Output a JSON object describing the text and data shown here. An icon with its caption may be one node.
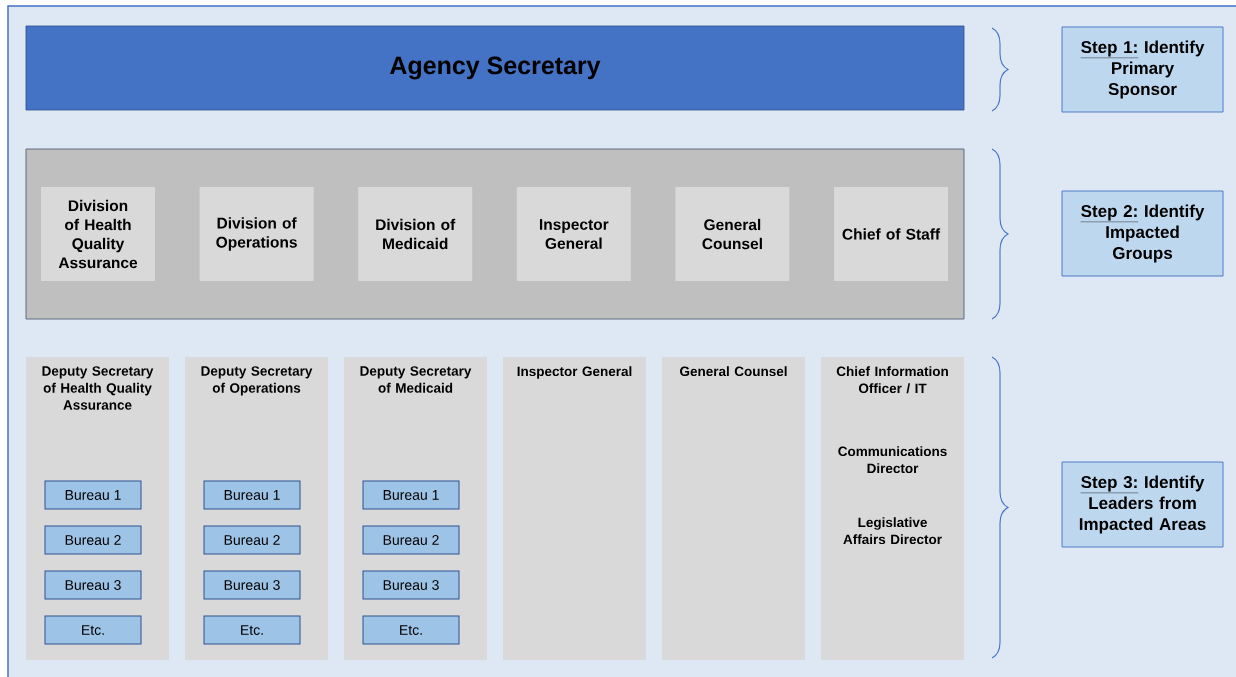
{
  "diagram": {
    "nodes": [
      {
        "text": [
          "Agency Secretary"
        ]
      },
      {
        "text": [],
        "shape": "box"
      },
      {
        "text": [
          "Division of Health Quality Assurance"
        ],
        "in": 1
      },
      {
        "text": [
          "Division of Operations"
        ],
        "in": 1
      },
      {
        "text": [
          "Division of Medicaid"
        ],
        "in": 1
      },
      {
        "text": [
          "Inspector General"
        ],
        "in": 1
      },
      {
        "text": [
          "General Counsel"
        ],
        "in": 1
      },
      {
        "text": [
          "Chief of Staff"
        ],
        "in": 1
      },
      {
        "text": [
          "Deputy Secretary of Health Quality Assurance"
        ]
      },
      {
        "text": [
          "Bureau 1"
        ],
        "in": 8
      },
      {
        "text": [
          "Bureau 2"
        ],
        "in": 8
      },
      {
        "text": [
          "Bureau 3"
        ],
        "in": 8
      },
      {
        "text": [
          "Etc."
        ],
        "in": 8
      },
      {
        "text": [
          "Deputy Secretary of Operations"
        ]
      },
      {
        "text": [
          "Bureau 1"
        ],
        "in": 13
      },
      {
        "text": [
          "Bureau 2"
        ],
        "in": 13
      },
      {
        "text": [
          "Bureau 3"
        ],
        "in": 13
      },
      {
        "text": [
          "Etc."
        ],
        "in": 13
      },
      {
        "text": [
          "Deputy Secretary of Medicaid"
        ]
      },
      {
        "text": [
          "Bureau 1"
        ],
        "in": 18
      },
      {
        "text": [
          "Bureau 2"
        ],
        "in": 18
      },
      {
        "text": [
          "Bureau 3"
        ],
        "in": 18
      },
      {
        "text": [
          "Etc."
        ],
        "in": 18
      },
      {
        "text": [
          "Inspector General"
        ]
      },
      {
        "text": [
          "General Counsel"
        ]
      },
      {
        "text": [
          "Chief Information Officer / IT",
          "Communications Director",
          "Legislative Affairs Director"
        ]
      },
      {
        "text": [
          "Step 1:",
          "Identify Primary Sponsor"
        ]
      },
      {
        "text": [
          "Step 2:",
          "Identify Impacted Groups"
        ]
      },
      {
        "text": [
          "Step 3:",
          "Identify Leaders from Impacted Areas"
        ]
      }
    ]
  }
}
